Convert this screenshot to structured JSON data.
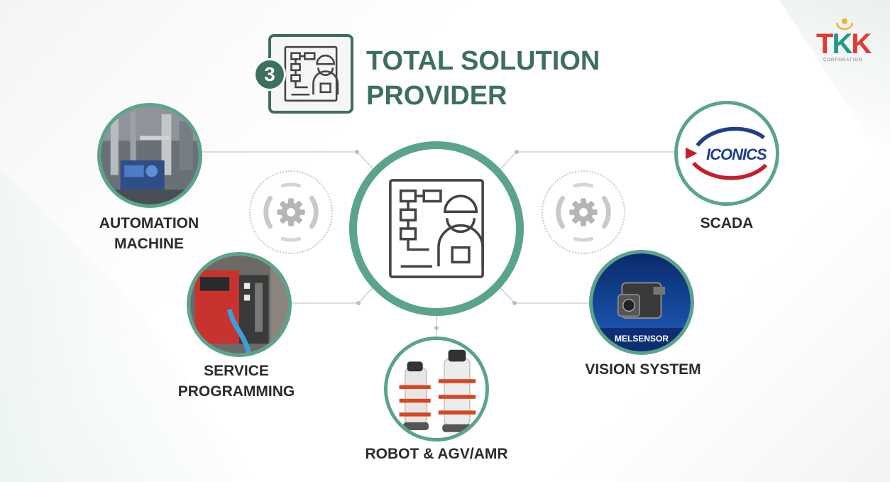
{
  "title": {
    "number": "3",
    "line1": "TOTAL SOLUTION",
    "line2": "PROVIDER"
  },
  "logo": {
    "text_t": "T",
    "text_k1": "K",
    "text_k2": "K",
    "subtitle": "CORPORATION"
  },
  "nodes": {
    "automation": {
      "line1": "AUTOMATION",
      "line2": "MACHINE"
    },
    "service": {
      "line1": "SERVICE",
      "line2": "PROGRAMMING"
    },
    "robot": {
      "label": "ROBOT & AGV/AMR"
    },
    "scada": {
      "label": "SCADA",
      "brand": "ICONICS"
    },
    "vision": {
      "label": "VISION SYSTEM",
      "brand": "MELSENSOR"
    }
  },
  "colors": {
    "accent": "#3d6f5e",
    "ring": "#5aa48a",
    "logo_red": "#e53935",
    "logo_teal": "#1f9a8a",
    "iconics_blue": "#1e3f8a",
    "iconics_red": "#c4202b"
  },
  "icons": [
    "engineer-blueprint-icon",
    "gear-icon",
    "gear-icon"
  ]
}
